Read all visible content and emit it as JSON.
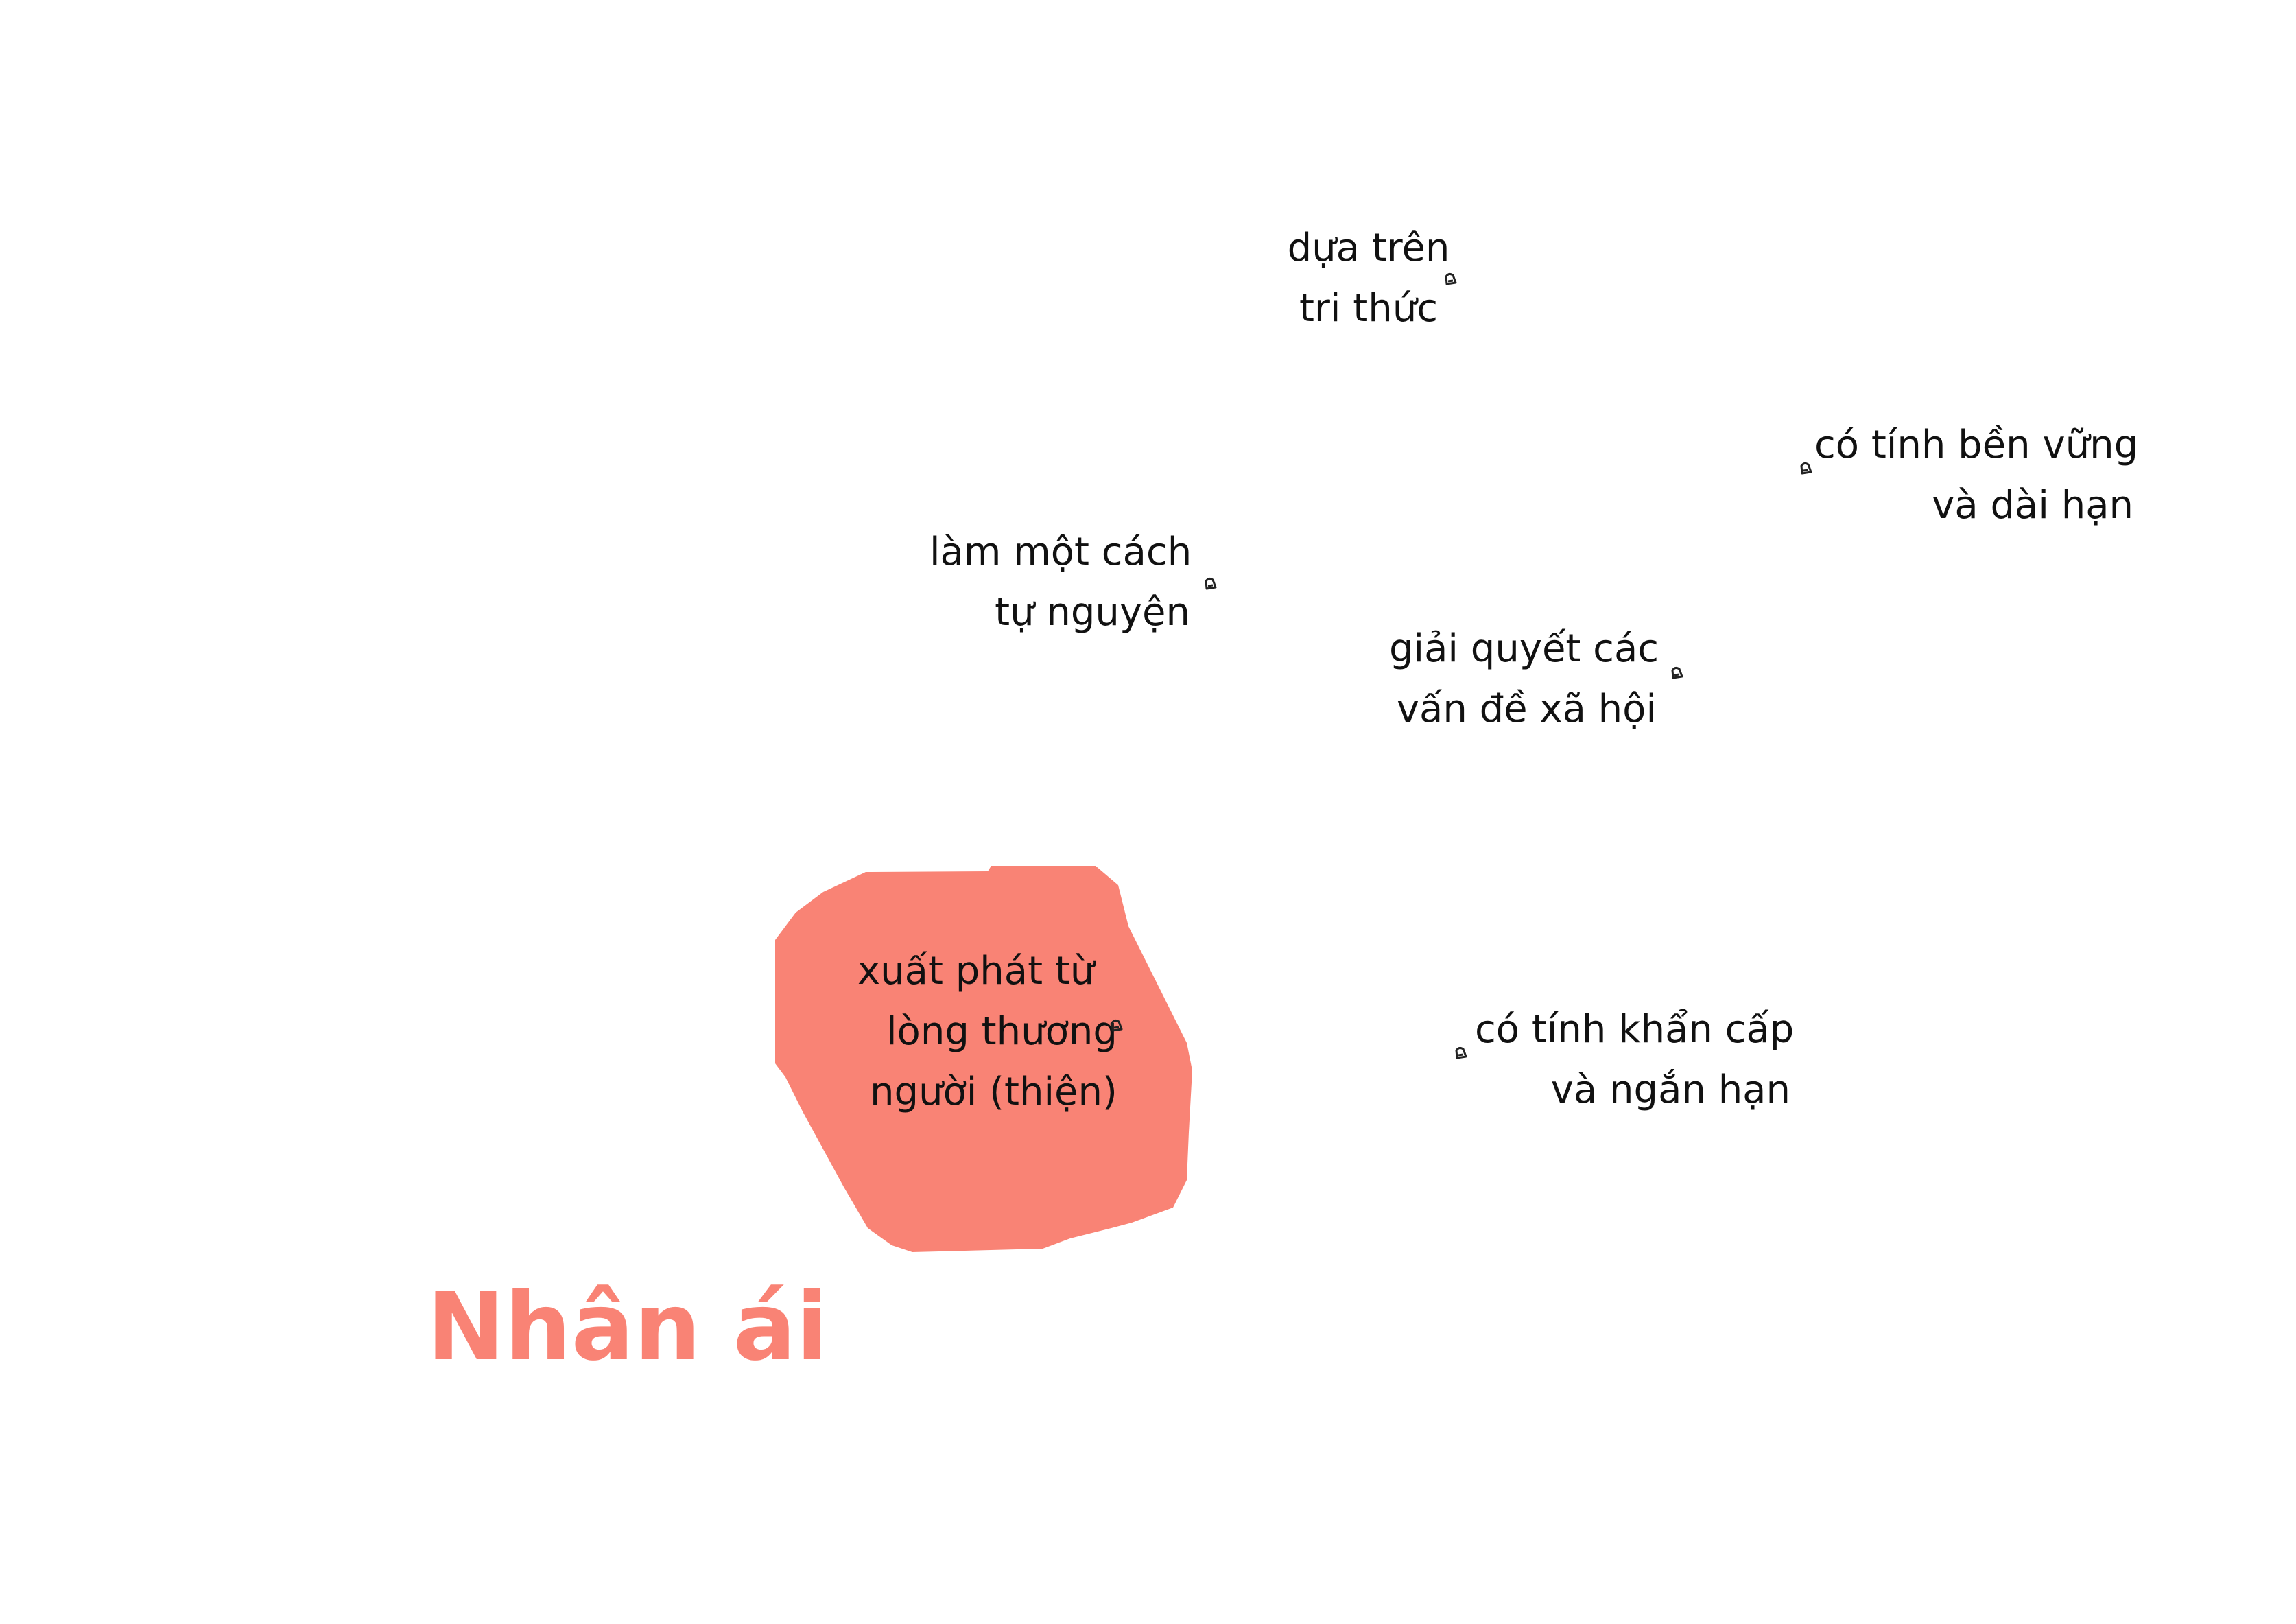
{
  "title": "Nhân ái",
  "colors": {
    "accent": "#F98375",
    "text": "#111111",
    "background": "#FFFFFF"
  },
  "notes": [
    {
      "id": "knowledge",
      "lines": [
        "dựa trên",
        "tri thức"
      ]
    },
    {
      "id": "sustainable",
      "lines": [
        "có tính bền vững",
        "và dài hạn"
      ]
    },
    {
      "id": "voluntary",
      "lines": [
        "làm một cách",
        "tự nguyện"
      ]
    },
    {
      "id": "social",
      "lines": [
        "giải quyết các",
        "vấn đề xã hội"
      ]
    },
    {
      "id": "compassion",
      "lines": [
        "xuất phát từ",
        "lòng thương",
        "người (thiện)"
      ]
    },
    {
      "id": "urgent",
      "lines": [
        "có tính khẩn cấp",
        "và ngắn hạn"
      ]
    }
  ],
  "marker_icon": "scribble-dot-icon"
}
